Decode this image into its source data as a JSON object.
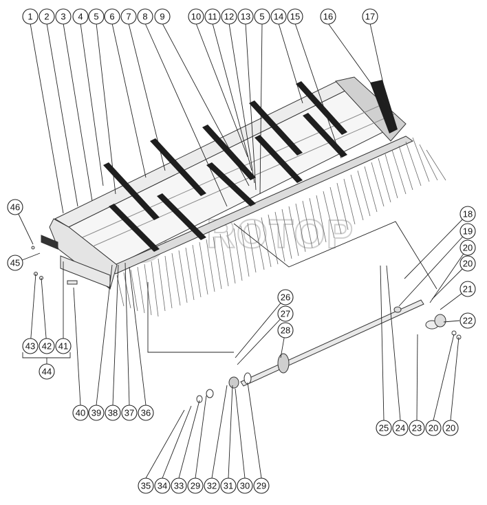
{
  "watermark": {
    "text": "ROTOP"
  },
  "callouts": [
    {
      "id": "c1",
      "label": "1"
    },
    {
      "id": "c2",
      "label": "2"
    },
    {
      "id": "c3",
      "label": "3"
    },
    {
      "id": "c4",
      "label": "4"
    },
    {
      "id": "c5a",
      "label": "5"
    },
    {
      "id": "c6",
      "label": "6"
    },
    {
      "id": "c7",
      "label": "7"
    },
    {
      "id": "c8",
      "label": "8"
    },
    {
      "id": "c9",
      "label": "9"
    },
    {
      "id": "c10",
      "label": "10"
    },
    {
      "id": "c11",
      "label": "11"
    },
    {
      "id": "c12",
      "label": "12"
    },
    {
      "id": "c13",
      "label": "13"
    },
    {
      "id": "c5b",
      "label": "5"
    },
    {
      "id": "c14",
      "label": "14"
    },
    {
      "id": "c15",
      "label": "15"
    },
    {
      "id": "c16",
      "label": "16"
    },
    {
      "id": "c17",
      "label": "17"
    },
    {
      "id": "c18",
      "label": "18"
    },
    {
      "id": "c19",
      "label": "19"
    },
    {
      "id": "c20a",
      "label": "20"
    },
    {
      "id": "c20b",
      "label": "20"
    },
    {
      "id": "c21",
      "label": "21"
    },
    {
      "id": "c22",
      "label": "22"
    },
    {
      "id": "c46",
      "label": "46"
    },
    {
      "id": "c45",
      "label": "45"
    },
    {
      "id": "c26",
      "label": "26"
    },
    {
      "id": "c27",
      "label": "27"
    },
    {
      "id": "c28",
      "label": "28"
    },
    {
      "id": "c43",
      "label": "43"
    },
    {
      "id": "c42",
      "label": "42"
    },
    {
      "id": "c41",
      "label": "41"
    },
    {
      "id": "c44",
      "label": "44"
    },
    {
      "id": "c40",
      "label": "40"
    },
    {
      "id": "c39",
      "label": "39"
    },
    {
      "id": "c38",
      "label": "38"
    },
    {
      "id": "c37",
      "label": "37"
    },
    {
      "id": "c36",
      "label": "36"
    },
    {
      "id": "c25",
      "label": "25"
    },
    {
      "id": "c24",
      "label": "24"
    },
    {
      "id": "c23",
      "label": "23"
    },
    {
      "id": "c20c",
      "label": "20"
    },
    {
      "id": "c20d",
      "label": "20"
    },
    {
      "id": "c35",
      "label": "35"
    },
    {
      "id": "c34",
      "label": "34"
    },
    {
      "id": "c33",
      "label": "33"
    },
    {
      "id": "c29a",
      "label": "29"
    },
    {
      "id": "c32",
      "label": "32"
    },
    {
      "id": "c31",
      "label": "31"
    },
    {
      "id": "c30",
      "label": "30"
    },
    {
      "id": "c29b",
      "label": "29"
    }
  ]
}
